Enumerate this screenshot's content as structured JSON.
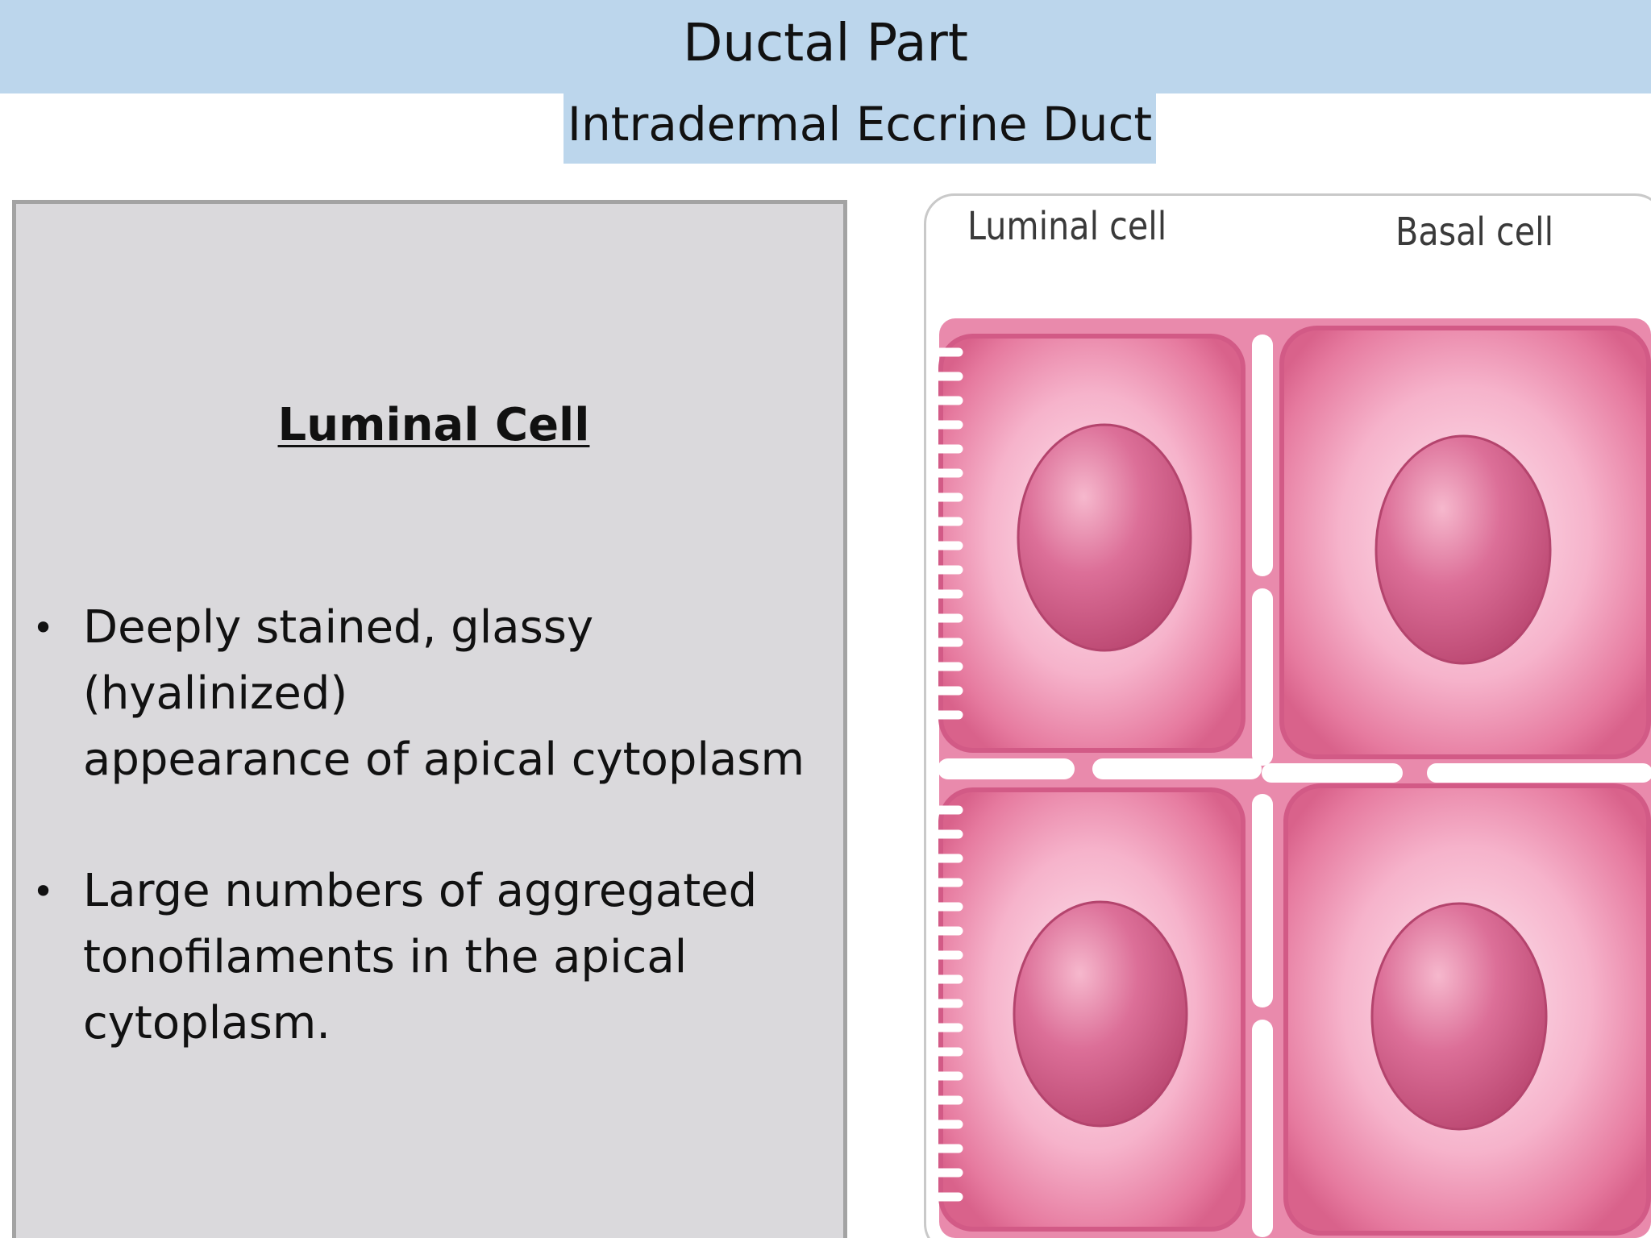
{
  "slide": {
    "title": "Ductal Part",
    "subtitle": "Intradermal Eccrine Duct"
  },
  "text_panel": {
    "heading": "Luminal Cell",
    "bullets": [
      {
        "marker": "•",
        "lines": [
          "Deeply stained, glassy (hyalinized)",
          "appearance of apical cytoplasm"
        ]
      },
      {
        "marker": "•",
        "lines": [
          "Large numbers of aggregated",
          "tonofilaments in the apical",
          "cytoplasm."
        ]
      }
    ]
  },
  "diagram": {
    "labels": {
      "luminal": "Luminal cell",
      "basal": "Basal cell"
    },
    "colors": {
      "cell_fill": "#e8779f",
      "cell_center": "#fde6ef",
      "nucleus": "#c84f7d",
      "gap": "#ffffff"
    }
  },
  "colors": {
    "title_band": "#bcd6ec",
    "panel_background": "#dad9dc",
    "panel_border": "#a3a3a3"
  }
}
